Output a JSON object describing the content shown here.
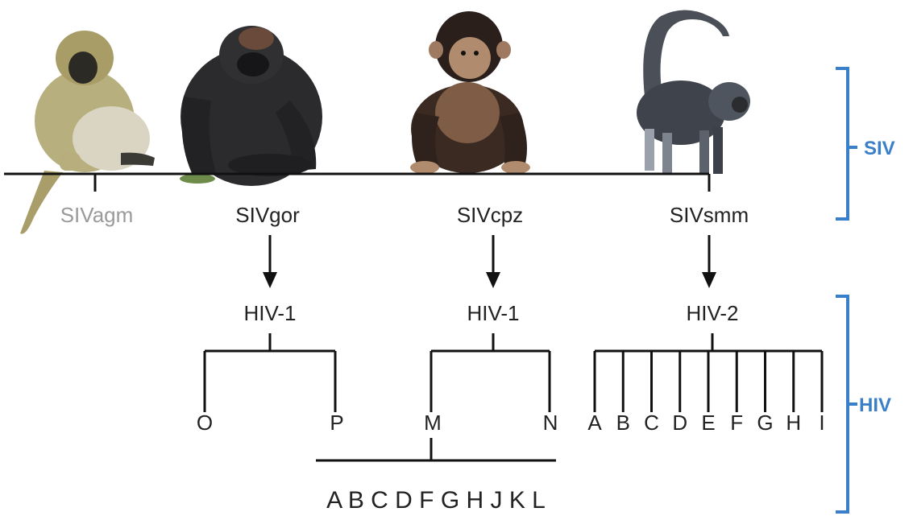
{
  "colors": {
    "bracket": "#3a7fc9",
    "line": "#111111",
    "muted_label": "#9a9a9a"
  },
  "siv": {
    "agm": "SIVagm",
    "gor": "SIVgor",
    "cpz": "SIVcpz",
    "smm": "SIVsmm"
  },
  "animals": {
    "agm": "vervet-monkey",
    "gor": "gorilla",
    "cpz": "chimpanzee",
    "smm": "sooty-mangabey"
  },
  "hiv": {
    "gor": "HIV-1",
    "cpz": "HIV-1",
    "smm": "HIV-2"
  },
  "groups": {
    "gor": [
      "O",
      "P"
    ],
    "cpz": [
      "M",
      "N"
    ],
    "smm": [
      "A",
      "B",
      "C",
      "D",
      "E",
      "F",
      "G",
      "H",
      "I"
    ]
  },
  "subtypes": "A B C D F G H J K L",
  "brackets": {
    "siv": "SIV",
    "hiv": "HIV"
  }
}
